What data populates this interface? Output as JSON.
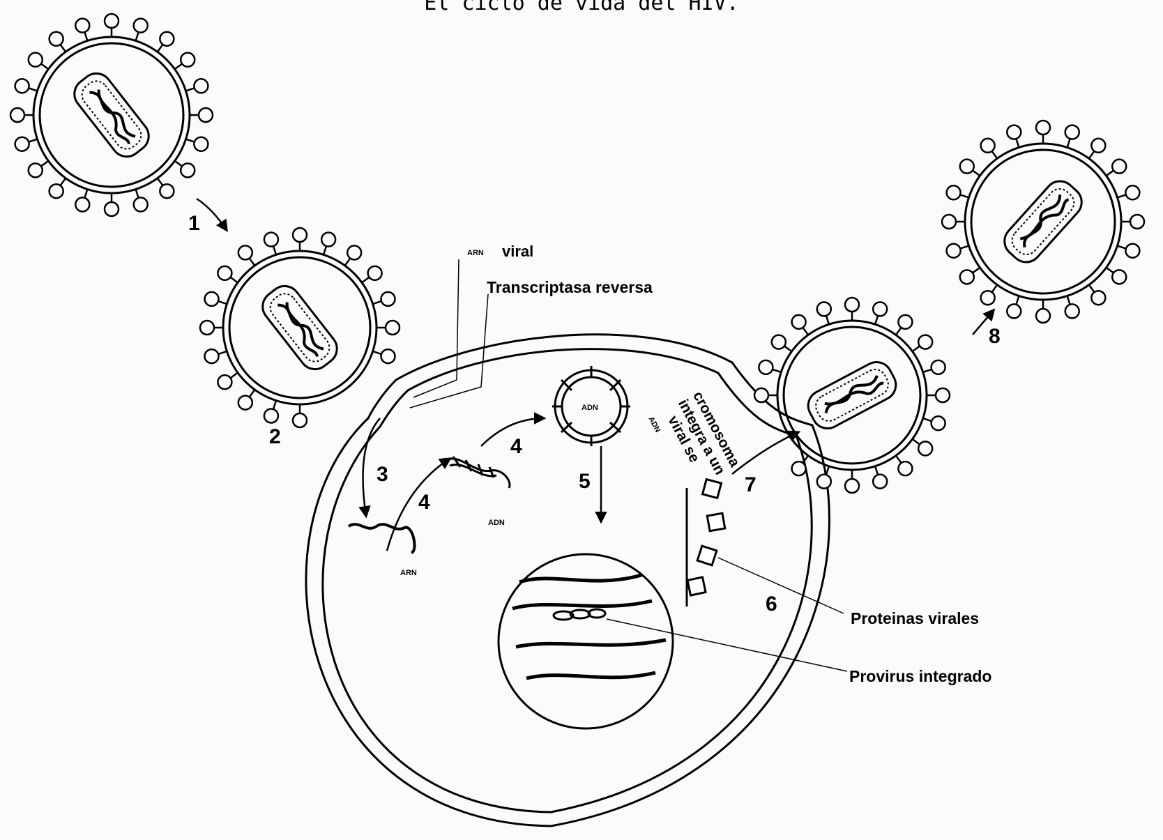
{
  "title": "El ciclo de vida del HIV.",
  "labels": {
    "arn_viral_prefix": "ARN",
    "arn_viral": "viral",
    "transcriptasa": "Transcriptasa reversa",
    "adn_circle": "ADN",
    "adn_strand": "ADN",
    "arn_strand": "ARN",
    "integration": [
      "ADN",
      "viral se",
      "integra a un",
      "cromosoma"
    ],
    "proteinas": "Proteinas virales",
    "provirus": "Provirus integrado"
  },
  "steps": [
    "1",
    "2",
    "3",
    "4",
    "4",
    "5",
    "6",
    "7",
    "8"
  ]
}
